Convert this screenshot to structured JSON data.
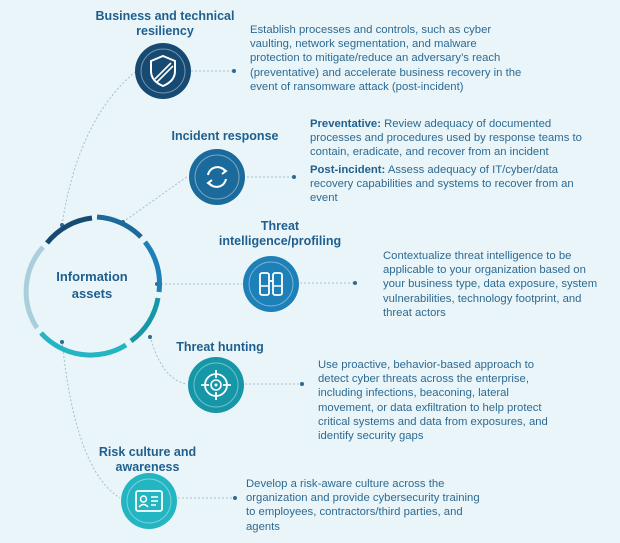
{
  "center": {
    "line1": "Information",
    "line2": "assets"
  },
  "sections": [
    {
      "title_lines": [
        "Business and technical",
        "resiliency"
      ],
      "icon": "shield-icon",
      "color": "#174a73",
      "description": "Establish processes and controls, such as cyber vaulting, network segmentation, and malware protection to mitigate/reduce an adversary’s reach (preventative) and accelerate business recovery in the event of ransomware attack (post-incident)"
    },
    {
      "title_lines": [
        "Incident response"
      ],
      "icon": "refresh-icon",
      "color": "#1b6a9c",
      "preventative_label": "Preventative:",
      "preventative_text": " Review adequacy of documented processes and procedures used by response teams to contain, eradicate, and recover from an incident",
      "post_label": "Post-incident:",
      "post_text": " Assess adequacy of IT/cyber/data recovery capabilities and systems to recover from an event"
    },
    {
      "title_lines": [
        "Threat",
        "intelligence/profiling"
      ],
      "icon": "binoculars-icon",
      "color": "#1e80b8",
      "description": "Contextualize threat intelligence to be applicable to your organization based on your business type, data exposure, system vulnerabilities, technology footprint, and threat actors"
    },
    {
      "title_lines": [
        "Threat hunting"
      ],
      "icon": "crosshair-icon",
      "color": "#1697a8",
      "description": "Use proactive, behavior-based approach to detect cyber threats across the enterprise, including infections, beaconing, lateral movement, or data exfiltration to help protect critical systems and data from exposures, and identify security gaps"
    },
    {
      "title_lines": [
        "Risk culture and",
        "awareness"
      ],
      "icon": "id-card-icon",
      "color": "#23b5c2",
      "description": "Develop a risk-aware culture across the organization and provide cybersecurity training to employees, contractors/third parties, and agents"
    }
  ],
  "colors": {
    "background": "#e9f5f8",
    "title": "#1f5f8f",
    "text": "#2e6a93",
    "ring_light": "#a9cfdc"
  }
}
